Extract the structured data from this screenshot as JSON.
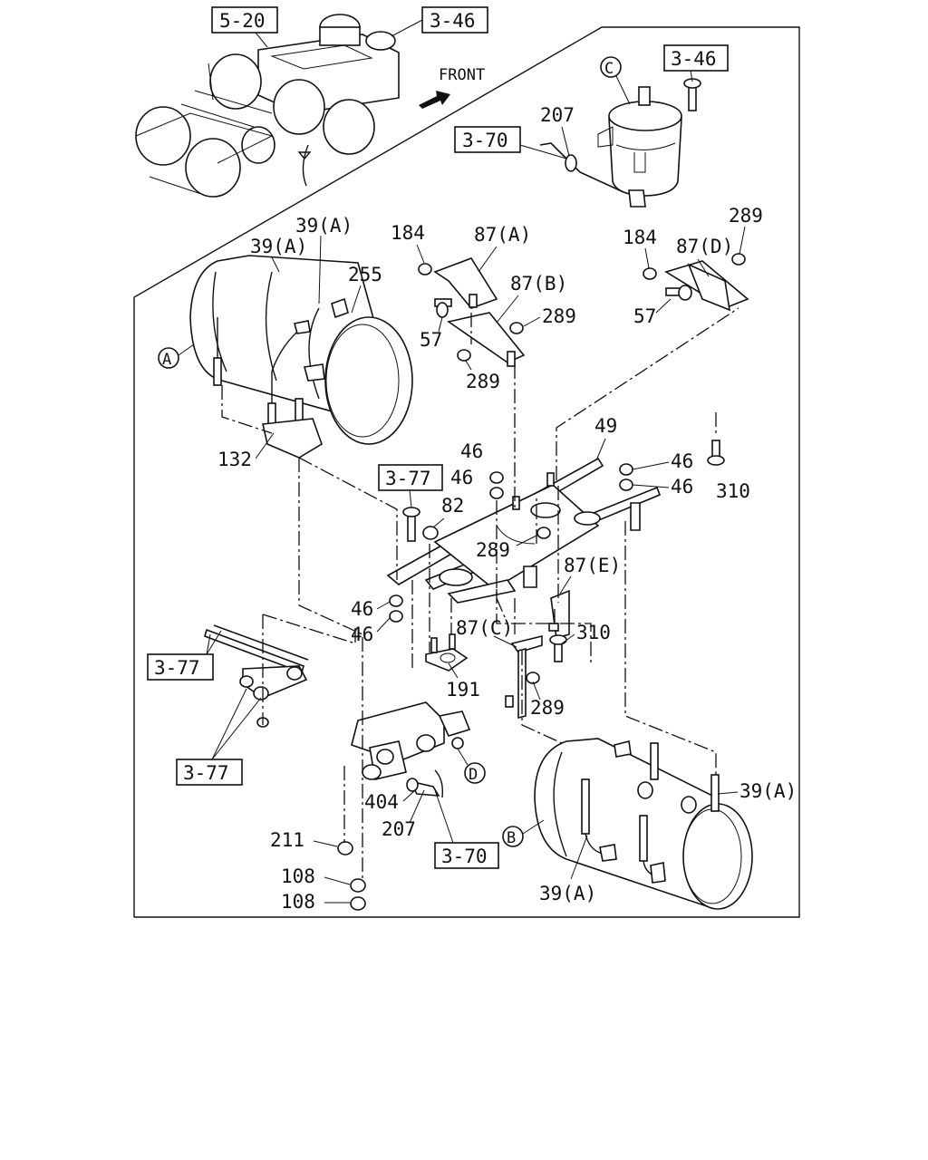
{
  "refs": {
    "r520": "5-20",
    "r346_top": "3-46",
    "r346_c": "3-46",
    "r370_top": "3-70",
    "r377_mid": "3-77",
    "r377_l1": "3-77",
    "r377_l2": "3-77",
    "r370_bot": "3-70"
  },
  "front_label": "FRONT",
  "circles": {
    "a": "A",
    "b": "B",
    "c": "C",
    "d": "D"
  },
  "parts": {
    "p207_top": "207",
    "p39a_1": "39(A)",
    "p39a_2": "39(A)",
    "p255": "255",
    "p184_a": "184",
    "p87a": "87(A)",
    "p87b": "87(B)",
    "p289_a": "289",
    "p57_a": "57",
    "p289_b": "289",
    "p184_b": "184",
    "p87d": "87(D)",
    "p289_c": "289",
    "p57_b": "57",
    "p132": "132",
    "p49": "49",
    "p46_a": "46",
    "p46_b": "46",
    "p46_c": "46",
    "p46_d": "46",
    "p310_a": "310",
    "p82": "82",
    "p289_d": "289",
    "p87e": "87(E)",
    "p46_e": "46",
    "p46_f": "46",
    "p87c": "87(C)",
    "p310_b": "310",
    "p191": "191",
    "p289_e": "289",
    "p404": "404",
    "p207_bot": "207",
    "p211": "211",
    "p108_a": "108",
    "p108_b": "108",
    "p39a_3": "39(A)",
    "p39a_4": "39(A)"
  }
}
